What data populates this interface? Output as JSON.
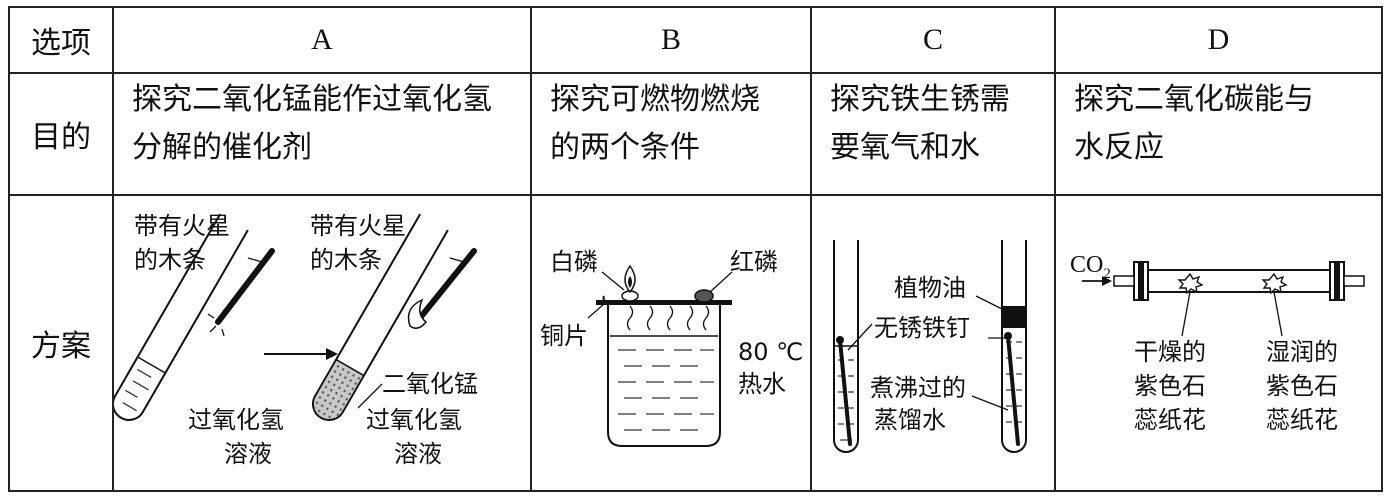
{
  "table": {
    "headers": [
      "选项",
      "A",
      "B",
      "C",
      "D"
    ],
    "row_labels": {
      "goal": "目的",
      "plan": "方案"
    },
    "goals": {
      "A": [
        "探究二氧化锰能作过氧化氢",
        "分解的催化剂"
      ],
      "B": [
        "探究可燃物燃烧",
        "的两个条件"
      ],
      "C": [
        "探究铁生锈需",
        "要氧气和水"
      ],
      "D": [
        "探究二氧化碳能与",
        "水反应"
      ]
    }
  },
  "diagrams": {
    "A": {
      "splint_label": [
        "带有火星",
        "的木条"
      ],
      "splint_label_2": [
        "带有火星",
        "的木条"
      ],
      "catalyst_label": "二氧化锰",
      "solution_label": [
        "过氧化氢",
        "溶液"
      ],
      "solution_label_2": [
        "过氧化氢",
        "溶液"
      ]
    },
    "B": {
      "white_p": "白磷",
      "red_p": "红磷",
      "copper": "铜片",
      "water_temp": "80 ℃",
      "hot_water": "热水"
    },
    "C": {
      "oil": "植物油",
      "nail": "无锈铁钉",
      "water": [
        "煮沸过的",
        "蒸馏水"
      ]
    },
    "D": {
      "gas": "CO",
      "gas_sub": "2",
      "dry": [
        "干燥的",
        "紫色石",
        "蕊纸花"
      ],
      "wet": [
        "湿润的",
        "紫色石",
        "蕊纸花"
      ]
    }
  }
}
